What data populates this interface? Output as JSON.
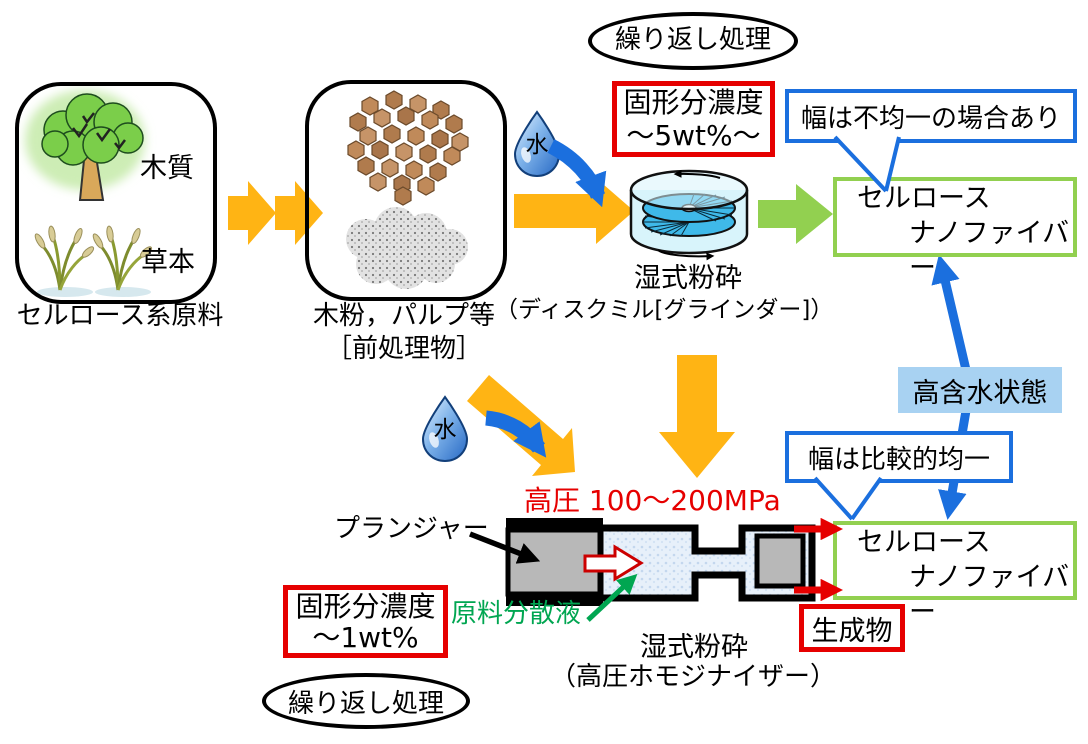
{
  "colors": {
    "arrow_orange": "#ffb414",
    "arrow_blue": "#1b6fde",
    "accent_red": "#e60000",
    "accent_green_border": "#92d050",
    "green_text": "#00a651",
    "high_water_fill": "#a8d2f2"
  },
  "icons": {
    "tree": "tree-icon",
    "grass": "grass-icon",
    "water_drop": "water-drop-icon",
    "wood_powder": "wood-powder-icon",
    "pulp": "pulp-icon",
    "disc_mill": "disc-mill-icon",
    "homogenizer": "homogenizer-icon"
  },
  "source_panel": {
    "caption": "セルロース系原料",
    "wood_label": "木質",
    "grass_label": "草本"
  },
  "pretreated_panel": {
    "caption_line1": "木粉，パルプ等",
    "caption_line2": "［前処理物］"
  },
  "disc_mill_route": {
    "repeat_label": "繰り返し処理",
    "solids_line1": "固形分濃度",
    "solids_line2": "～5wt%～",
    "water_label": "水",
    "process_line1": "湿式粉砕",
    "process_line2": "（ディスクミル[グラインダー]）",
    "width_note": "幅は不均一の場合あり",
    "product_line1": "セルロース",
    "product_line2": "ナノファイバー"
  },
  "homogenizer_route": {
    "water_label": "水",
    "pressure_label": "高圧 100～200MPa",
    "plunger_label": "プランジャー",
    "solids_line1": "固形分濃度",
    "solids_line2": "～1wt%",
    "dispersion_label": "原料分散液",
    "process_line1": "湿式粉砕",
    "process_line2": "（高圧ホモジナイザー）",
    "repeat_label": "繰り返し処理",
    "width_note": "幅は比較的均一",
    "product_line1": "セルロース",
    "product_line2": "ナノファイバー",
    "output_label": "生成物"
  },
  "connector_label": "高含水状態"
}
